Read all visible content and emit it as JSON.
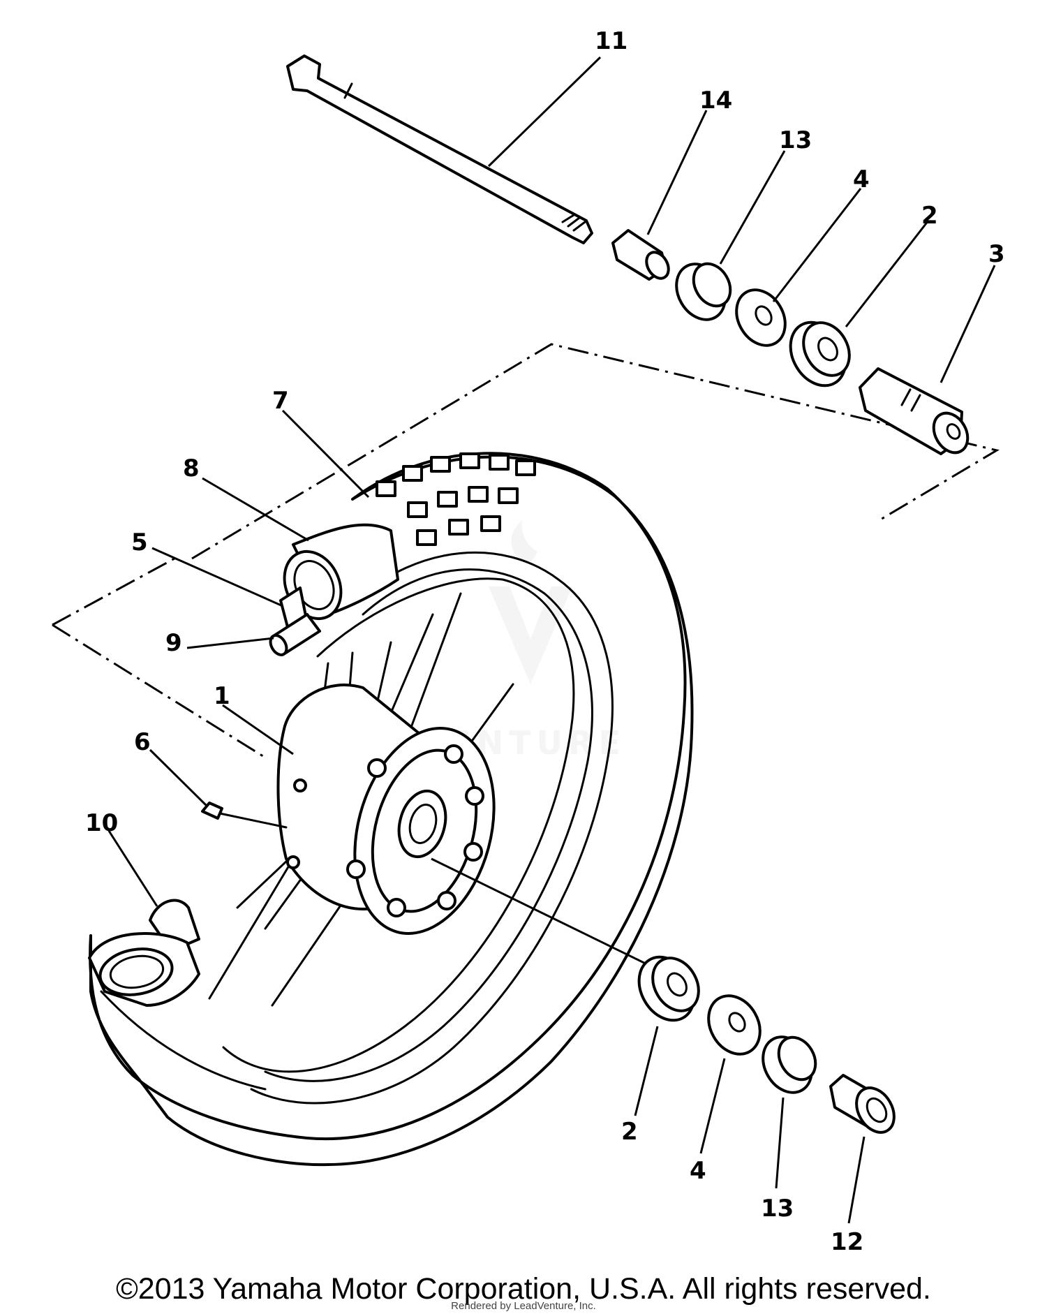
{
  "callouts": {
    "c11": "11",
    "c14": "14",
    "c13_top": "13",
    "c4_top": "4",
    "c2_top": "2",
    "c3": "3",
    "c7": "7",
    "c8": "8",
    "c5": "5",
    "c9": "9",
    "c1": "1",
    "c6": "6",
    "c10": "10",
    "c2_bottom": "2",
    "c4_bottom": "4",
    "c13_bottom": "13",
    "c12": "12"
  },
  "watermark": "ADVENTURE",
  "footer": {
    "copyright": "©2013 Yamaha Motor Corporation, U.S.A. All rights reserved.",
    "rendered_by": "Rendered by LeadVenture, Inc."
  }
}
